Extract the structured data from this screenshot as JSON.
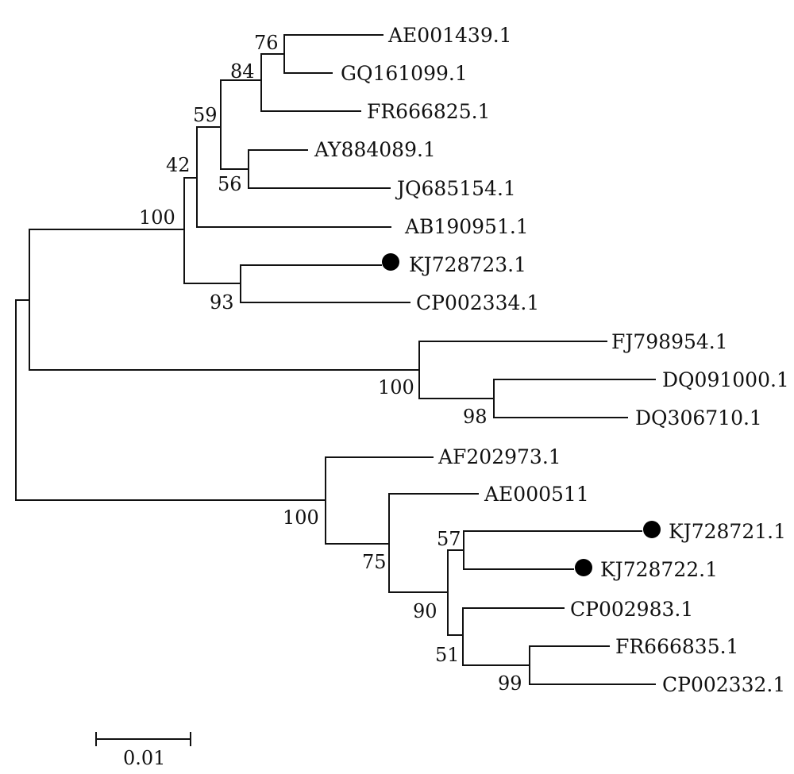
{
  "tree": {
    "line_color": "#111111",
    "marker_color": "#000000",
    "leaves": [
      {
        "id": "ae001439",
        "label": "AE001439.1"
      },
      {
        "id": "gq161099",
        "label": "GQ161099.1"
      },
      {
        "id": "fr666825",
        "label": "FR666825.1"
      },
      {
        "id": "ay884089",
        "label": "AY884089.1"
      },
      {
        "id": "jq685154",
        "label": "JQ685154.1"
      },
      {
        "id": "ab190951",
        "label": "AB190951.1"
      },
      {
        "id": "kj728723",
        "label": "KJ728723.1",
        "marked": true
      },
      {
        "id": "cp002334",
        "label": "CP002334.1"
      },
      {
        "id": "fj798954",
        "label": "FJ798954.1"
      },
      {
        "id": "dq091000",
        "label": "DQ091000.1"
      },
      {
        "id": "dq306710",
        "label": "DQ306710.1"
      },
      {
        "id": "af202973",
        "label": "AF202973.1"
      },
      {
        "id": "ae000511",
        "label": "AE000511"
      },
      {
        "id": "kj728721",
        "label": "KJ728721.1",
        "marked": true
      },
      {
        "id": "kj728722",
        "label": "KJ728722.1",
        "marked": true
      },
      {
        "id": "cp002983",
        "label": "CP002983.1"
      },
      {
        "id": "fr666835",
        "label": "FR666835.1"
      },
      {
        "id": "cp002332",
        "label": "CP002332.1"
      }
    ],
    "support_values": [
      {
        "node": "ae001439-gq161099",
        "value": "76"
      },
      {
        "node": "ae001439-fr666825",
        "value": "84"
      },
      {
        "node": "ay884089-jq685154",
        "value": "56"
      },
      {
        "node": "ae001439-jq685154",
        "value": "59"
      },
      {
        "node": "ae001439-ab190951",
        "value": "42"
      },
      {
        "node": "kj728723-cp002334",
        "value": "93"
      },
      {
        "node": "ae001439-cp002334",
        "value": "100"
      },
      {
        "node": "dq091000-dq306710",
        "value": "98"
      },
      {
        "node": "fj798954-dq306710",
        "value": "100"
      },
      {
        "node": "kj728721-kj728722",
        "value": "57"
      },
      {
        "node": "fr666835-cp002332",
        "value": "99"
      },
      {
        "node": "cp002983-cp002332",
        "value": "51"
      },
      {
        "node": "kj728721-cp002332",
        "value": "90"
      },
      {
        "node": "ae000511-cp002332",
        "value": "75"
      },
      {
        "node": "af202973-cp002332",
        "value": "100"
      }
    ],
    "scale_bar": {
      "label": "0.01"
    }
  }
}
